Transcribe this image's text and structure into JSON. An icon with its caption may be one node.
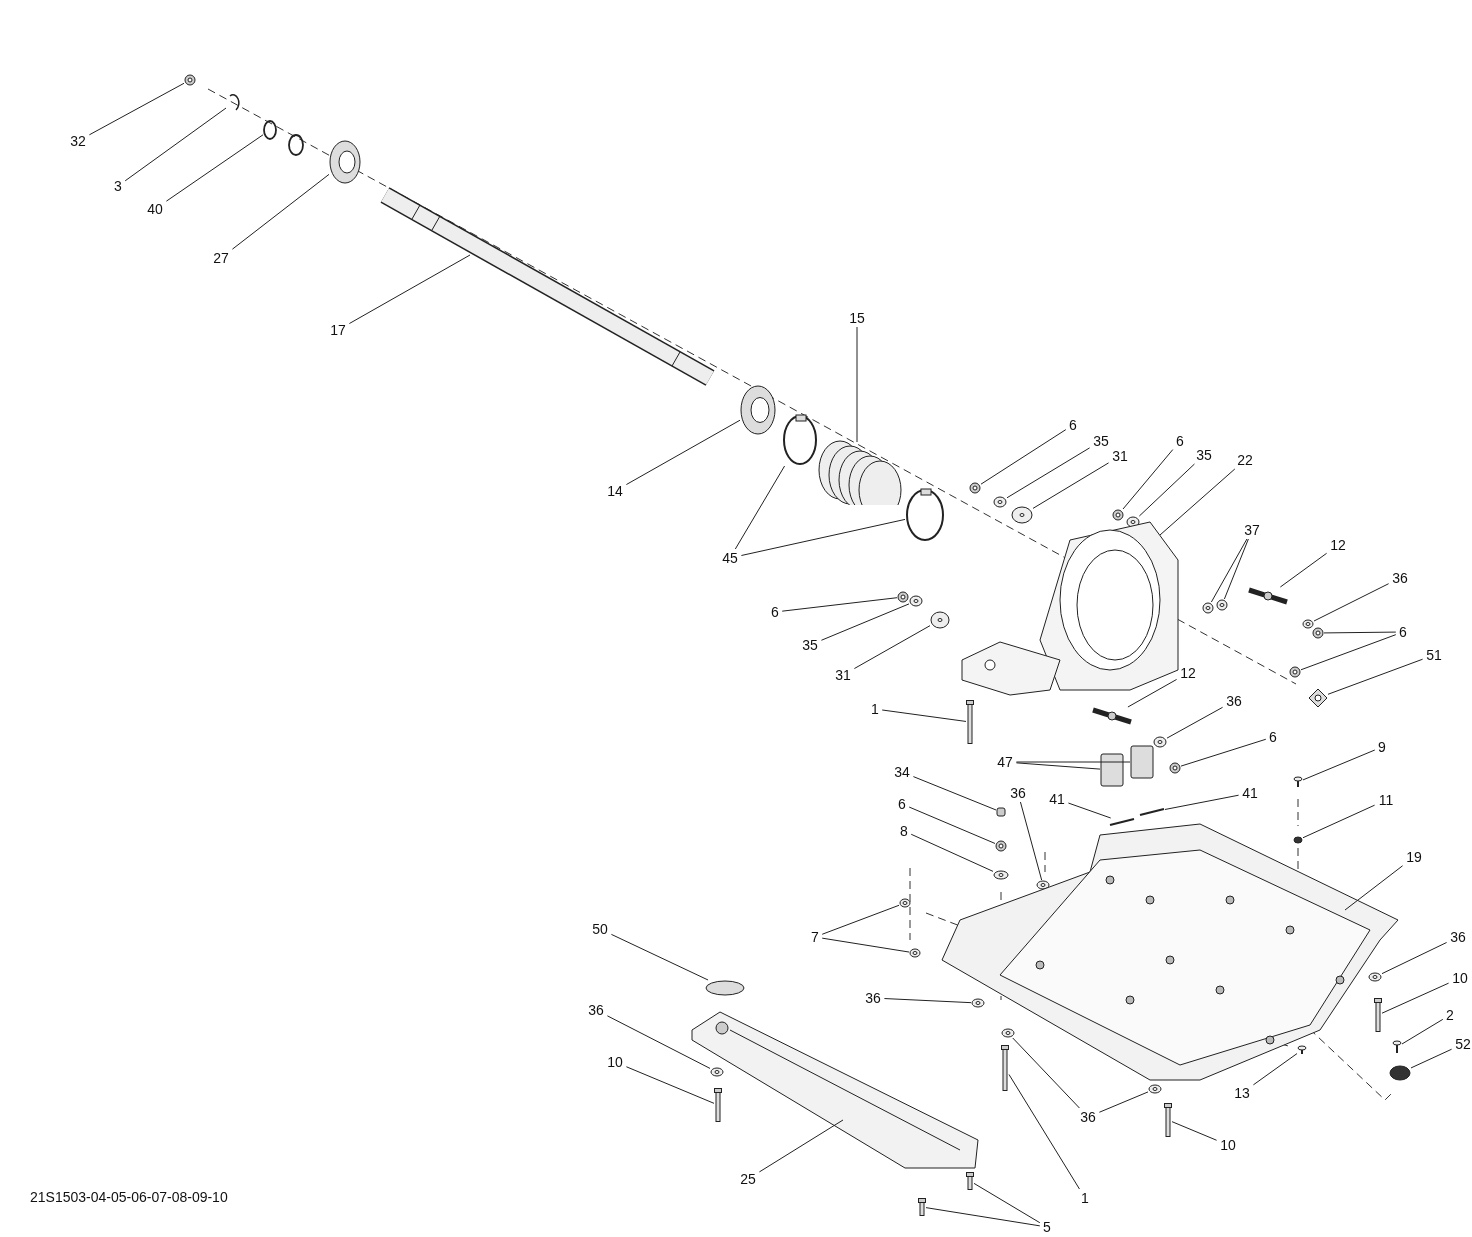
{
  "diagram": {
    "nodes": [
      {
        "text": [
          "32"
        ]
      },
      {
        "text": [
          "3"
        ]
      },
      {
        "text": [
          "40"
        ]
      },
      {
        "text": [
          "27"
        ]
      },
      {
        "text": [
          "17"
        ]
      },
      {
        "text": [
          "15"
        ]
      },
      {
        "text": [
          "14"
        ]
      },
      {
        "text": [
          "45"
        ]
      },
      {
        "text": [
          "6"
        ]
      },
      {
        "text": [
          "35"
        ]
      },
      {
        "text": [
          "31"
        ]
      },
      {
        "text": [
          "6"
        ]
      },
      {
        "text": [
          "35"
        ]
      },
      {
        "text": [
          "22"
        ]
      },
      {
        "text": [
          "37"
        ]
      },
      {
        "text": [
          "12"
        ]
      },
      {
        "text": [
          "36"
        ]
      },
      {
        "text": [
          "6"
        ]
      },
      {
        "text": [
          "51"
        ]
      },
      {
        "text": [
          "6"
        ]
      },
      {
        "text": [
          "35"
        ]
      },
      {
        "text": [
          "31"
        ]
      },
      {
        "text": [
          "12"
        ]
      },
      {
        "text": [
          "1"
        ]
      },
      {
        "text": [
          "36"
        ]
      },
      {
        "text": [
          "6"
        ]
      },
      {
        "text": [
          "47"
        ]
      },
      {
        "text": [
          "9"
        ]
      },
      {
        "text": [
          "34"
        ]
      },
      {
        "text": [
          "41"
        ]
      },
      {
        "text": [
          "41"
        ]
      },
      {
        "text": [
          "11"
        ]
      },
      {
        "text": [
          "6"
        ]
      },
      {
        "text": [
          "36"
        ]
      },
      {
        "text": [
          "8"
        ]
      },
      {
        "text": [
          "19"
        ]
      },
      {
        "text": [
          "7"
        ]
      },
      {
        "text": [
          "50"
        ]
      },
      {
        "text": [
          "36"
        ]
      },
      {
        "text": [
          "36"
        ]
      },
      {
        "text": [
          "10"
        ]
      },
      {
        "text": [
          "36"
        ]
      },
      {
        "text": [
          "2"
        ]
      },
      {
        "text": [
          "10"
        ]
      },
      {
        "text": [
          "52"
        ]
      },
      {
        "text": [
          "13"
        ]
      },
      {
        "text": [
          "36"
        ]
      },
      {
        "text": [
          "10"
        ]
      },
      {
        "text": [
          "25"
        ]
      },
      {
        "text": [
          "1"
        ]
      },
      {
        "text": [
          "5"
        ]
      },
      {
        "text": [],
        "shape": "picture"
      },
      {
        "text": [],
        "shape": "picture"
      },
      {
        "text": [],
        "shape": "circle"
      },
      {
        "text": [],
        "shape": "picture"
      },
      {
        "text": [],
        "shape": "picture"
      },
      {
        "text": [],
        "shape": "picture"
      },
      {
        "text": [],
        "shape": "picture"
      },
      {
        "text": [],
        "shape": "picture"
      },
      {
        "text": [],
        "shape": "picture"
      },
      {
        "text": [],
        "shape": "picture"
      },
      {
        "text": [],
        "shape": "picture"
      },
      {
        "text": [],
        "shape": "picture"
      },
      {
        "text": [],
        "shape": "picture"
      },
      {
        "text": [],
        "shape": "picture"
      },
      {
        "text": [],
        "shape": "bar"
      },
      {
        "text": [],
        "shape": "picture"
      },
      {
        "text": [],
        "shape": "picture"
      },
      {
        "text": [],
        "shape": "picture"
      },
      {
        "text": [],
        "shape": "picture"
      },
      {
        "text": [],
        "shape": "picture"
      },
      {
        "text": [],
        "shape": "picture"
      },
      {
        "text": [],
        "shape": "picture"
      },
      {
        "text": [],
        "shape": "bar"
      },
      {
        "text": [],
        "shape": "bar"
      },
      {
        "text": [],
        "shape": "picture"
      },
      {
        "text": [],
        "shape": "picture"
      },
      {
        "text": [],
        "shape": "box"
      },
      {
        "text": [],
        "shape": "box"
      },
      {
        "text": [],
        "shape": "picture"
      },
      {
        "text": [],
        "shape": "box"
      },
      {
        "text": [],
        "shape": "picture"
      },
      {
        "text": [],
        "shape": "picture"
      },
      {
        "text": [],
        "shape": "circle"
      },
      {
        "text": [],
        "shape": "picture"
      },
      {
        "text": [],
        "shape": "picture"
      },
      {
        "text": [],
        "shape": "picture"
      },
      {
        "text": [],
        "shape": "picture"
      },
      {
        "text": [],
        "shape": "picture"
      },
      {
        "text": [],
        "shape": "circle"
      },
      {
        "text": [],
        "shape": "picture"
      },
      {
        "text": [],
        "shape": "picture"
      },
      {
        "text": [],
        "shape": "bar"
      },
      {
        "text": [],
        "shape": "picture"
      },
      {
        "text": [],
        "shape": "picture"
      },
      {
        "text": [],
        "shape": "bar"
      },
      {
        "text": [],
        "shape": "circle"
      },
      {
        "text": [],
        "shape": "picture"
      },
      {
        "text": [],
        "shape": "picture"
      },
      {
        "text": [],
        "shape": "picture"
      },
      {
        "text": [],
        "shape": "bar"
      },
      {
        "text": [],
        "shape": "bar"
      },
      {
        "text": [],
        "shape": "bar"
      },
      {
        "text": [],
        "shape": "bar"
      },
      {
        "text": [],
        "shape": "picture"
      },
      {
        "text": [],
        "shape": "picture"
      },
      {
        "text": [],
        "shape": "picture"
      },
      {
        "text": [],
        "shape": "picture"
      },
      {
        "text": [],
        "shape": "picture"
      }
    ],
    "edges": [
      {
        "from": 0,
        "to": 51,
        "arrow": "none"
      },
      {
        "from": 1,
        "to": 52,
        "arrow": "none"
      },
      {
        "from": 2,
        "to": 53,
        "arrow": "none"
      },
      {
        "from": 3,
        "to": 54,
        "arrow": "none"
      },
      {
        "from": 4,
        "to": 104,
        "arrow": "none"
      },
      {
        "from": 5,
        "to": 105,
        "arrow": "none"
      },
      {
        "from": 6,
        "to": 55,
        "arrow": "none"
      },
      {
        "from": 7,
        "to": 56,
        "arrow": "none"
      },
      {
        "from": 7,
        "to": 57,
        "arrow": "none"
      },
      {
        "from": 8,
        "to": 58,
        "arrow": "none"
      },
      {
        "from": 9,
        "to": 59,
        "arrow": "none"
      },
      {
        "from": 10,
        "to": 60,
        "arrow": "none"
      },
      {
        "from": 11,
        "to": 61,
        "arrow": "none"
      },
      {
        "from": 12,
        "to": 62,
        "arrow": "none"
      },
      {
        "from": 13,
        "to": 106,
        "arrow": "none"
      },
      {
        "from": 14,
        "to": 63,
        "arrow": "none"
      },
      {
        "from": 14,
        "to": 64,
        "arrow": "none"
      },
      {
        "from": 15,
        "to": 65,
        "arrow": "none"
      },
      {
        "from": 16,
        "to": 66,
        "arrow": "none"
      },
      {
        "from": 17,
        "to": 67,
        "arrow": "none"
      },
      {
        "from": 17,
        "to": 68,
        "arrow": "none"
      },
      {
        "from": 18,
        "to": 69,
        "arrow": "none"
      },
      {
        "from": 19,
        "to": 70,
        "arrow": "none"
      },
      {
        "from": 20,
        "to": 71,
        "arrow": "none"
      },
      {
        "from": 21,
        "to": 72,
        "arrow": "none"
      },
      {
        "from": 22,
        "to": 73,
        "arrow": "none"
      },
      {
        "from": 23,
        "to": 74,
        "arrow": "none"
      },
      {
        "from": 24,
        "to": 75,
        "arrow": "none"
      },
      {
        "from": 25,
        "to": 76,
        "arrow": "none"
      },
      {
        "from": 26,
        "to": 77,
        "arrow": "none"
      },
      {
        "from": 26,
        "to": 78,
        "arrow": "none"
      },
      {
        "from": 27,
        "to": 79,
        "arrow": "none"
      },
      {
        "from": 28,
        "to": 80,
        "arrow": "none"
      },
      {
        "from": 29,
        "to": 81,
        "arrow": "none"
      },
      {
        "from": 30,
        "to": 82,
        "arrow": "none"
      },
      {
        "from": 31,
        "to": 83,
        "arrow": "none"
      },
      {
        "from": 32,
        "to": 84,
        "arrow": "none"
      },
      {
        "from": 33,
        "to": 85,
        "arrow": "none"
      },
      {
        "from": 34,
        "to": 86,
        "arrow": "none"
      },
      {
        "from": 35,
        "to": 107,
        "arrow": "none"
      },
      {
        "from": 36,
        "to": 87,
        "arrow": "none"
      },
      {
        "from": 36,
        "to": 88,
        "arrow": "none"
      },
      {
        "from": 37,
        "to": 89,
        "arrow": "none"
      },
      {
        "from": 38,
        "to": 90,
        "arrow": "none"
      },
      {
        "from": 39,
        "to": 91,
        "arrow": "none"
      },
      {
        "from": 40,
        "to": 92,
        "arrow": "none"
      },
      {
        "from": 41,
        "to": 93,
        "arrow": "none"
      },
      {
        "from": 42,
        "to": 94,
        "arrow": "none"
      },
      {
        "from": 43,
        "to": 95,
        "arrow": "none"
      },
      {
        "from": 44,
        "to": 96,
        "arrow": "none"
      },
      {
        "from": 45,
        "to": 97,
        "arrow": "none"
      },
      {
        "from": 46,
        "to": 98,
        "arrow": "none"
      },
      {
        "from": 46,
        "to": 99,
        "arrow": "none"
      },
      {
        "from": 47,
        "to": 100,
        "arrow": "none"
      },
      {
        "from": 48,
        "to": 108,
        "arrow": "none"
      },
      {
        "from": 49,
        "to": 101,
        "arrow": "none"
      },
      {
        "from": 50,
        "to": 102,
        "arrow": "none"
      },
      {
        "from": 50,
        "to": 103,
        "arrow": "none"
      }
    ],
    "labels": [
      "21S1503-04-05-06-07-08-09-10"
    ]
  }
}
